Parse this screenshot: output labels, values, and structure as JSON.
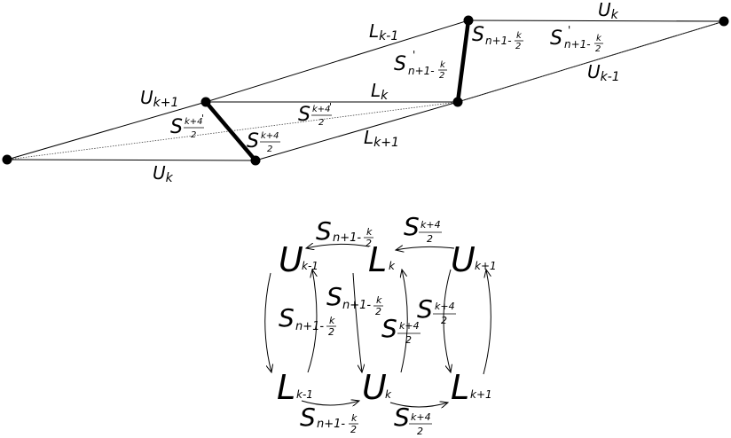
{
  "top": {
    "U": "U",
    "L": "L",
    "S": "S",
    "sub_k": "k",
    "sub_km1": "k-1",
    "sub_kp1": "k+1",
    "sub_n1": "n+1-",
    "frac_k_num": "k",
    "frac_den": "2",
    "frac_k4_num": "k+4",
    "prime": "'"
  },
  "bottom": {
    "U": "U",
    "L": "L",
    "S": "S",
    "sub_k": "k",
    "sub_km1": "k-1",
    "sub_kp1": "k+1",
    "sub_n1": "n+1-",
    "frac_k_num": "k",
    "frac_den": "2",
    "frac_k4_num": "k+4"
  }
}
